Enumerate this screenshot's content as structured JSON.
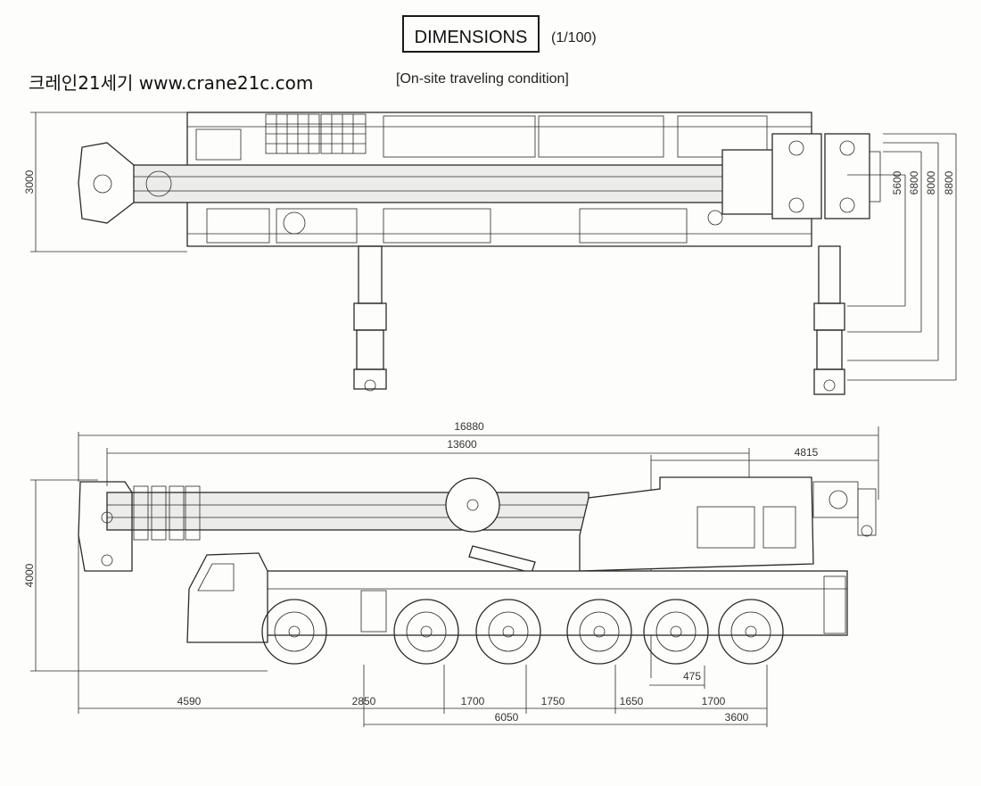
{
  "header": {
    "title": "DIMENSIONS",
    "scale": "(1/100)",
    "subtitle": "[On-site traveling condition]",
    "watermark": "크레인21세기 www.crane21c.com"
  },
  "top_view": {
    "width_label": "3000",
    "outrigger_spans": [
      "5600",
      "6800",
      "8000",
      "8800"
    ]
  },
  "side_view": {
    "height_label": "4000",
    "top_dims": [
      "16880",
      "13600",
      "4815"
    ],
    "bottom_dims": [
      "4590",
      "2850",
      "1700",
      "1750",
      "1650",
      "1700"
    ],
    "lower_dims": [
      "6050",
      "3600"
    ],
    "inner_dim": "475"
  },
  "colors": {
    "ink": "#2a2a2a",
    "paper": "#fdfdfb"
  }
}
